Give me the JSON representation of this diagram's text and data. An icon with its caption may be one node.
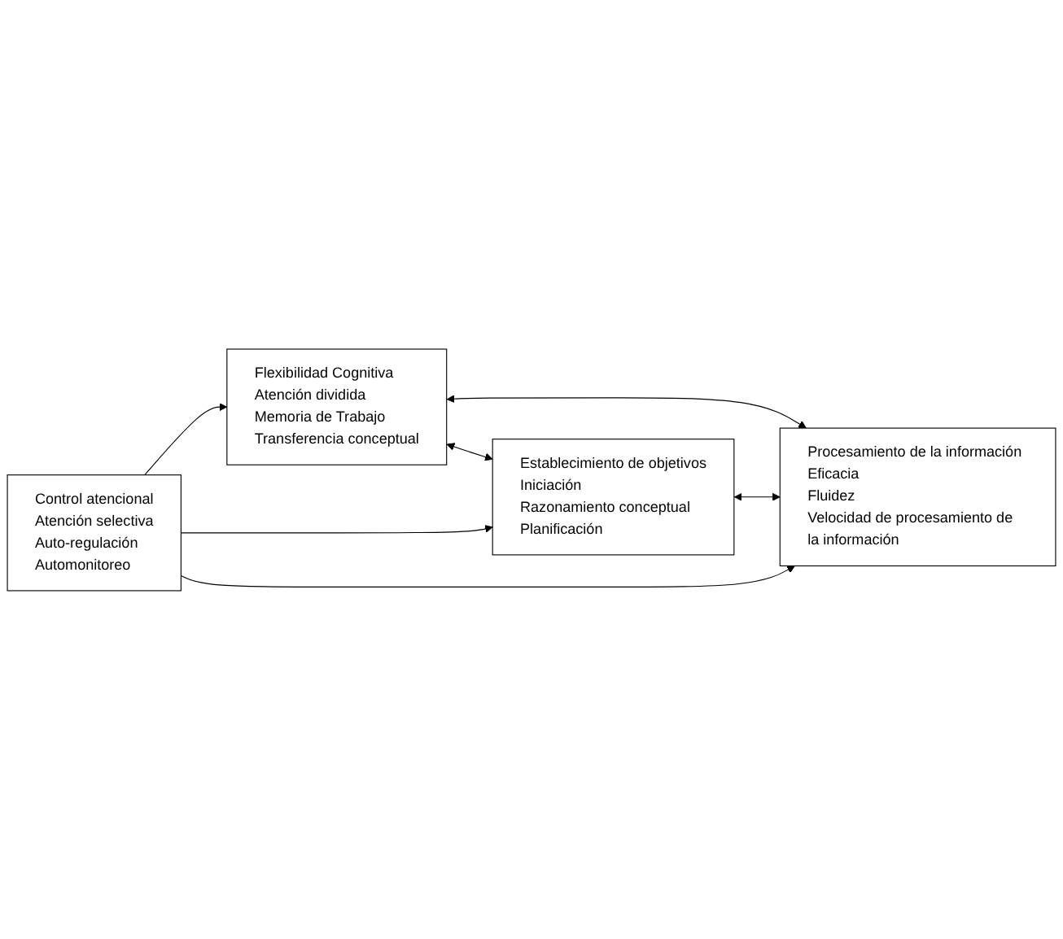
{
  "diagram": {
    "nodes": [
      {
        "text": [
          "Flexibilidad Cognitiva",
          "Atención dividida",
          "Memoria de Trabajo",
          "Transferencia conceptual"
        ]
      },
      {
        "text": [
          "Establecimiento de objetivos",
          "Iniciación",
          "Razonamiento conceptual",
          "Planificación"
        ]
      },
      {
        "text": [
          "Control atencional",
          "Atención selectiva",
          "Auto-regulación",
          "Automonitoreo"
        ]
      },
      {
        "text": [
          "Procesamiento de la información",
          "Eficacia",
          "Fluidez",
          "Velocidad de procesamiento de la información"
        ]
      }
    ],
    "edges": [
      {
        "from": 0,
        "to": 1,
        "arrow": "both"
      },
      {
        "from": 2,
        "to": 0,
        "arrow": "to"
      },
      {
        "from": 0,
        "to": 3,
        "arrow": "both"
      },
      {
        "from": 2,
        "to": 1,
        "arrow": "to"
      },
      {
        "from": 1,
        "to": 3,
        "arrow": "both"
      },
      {
        "from": 2,
        "to": 3,
        "arrow": "to"
      }
    ]
  }
}
